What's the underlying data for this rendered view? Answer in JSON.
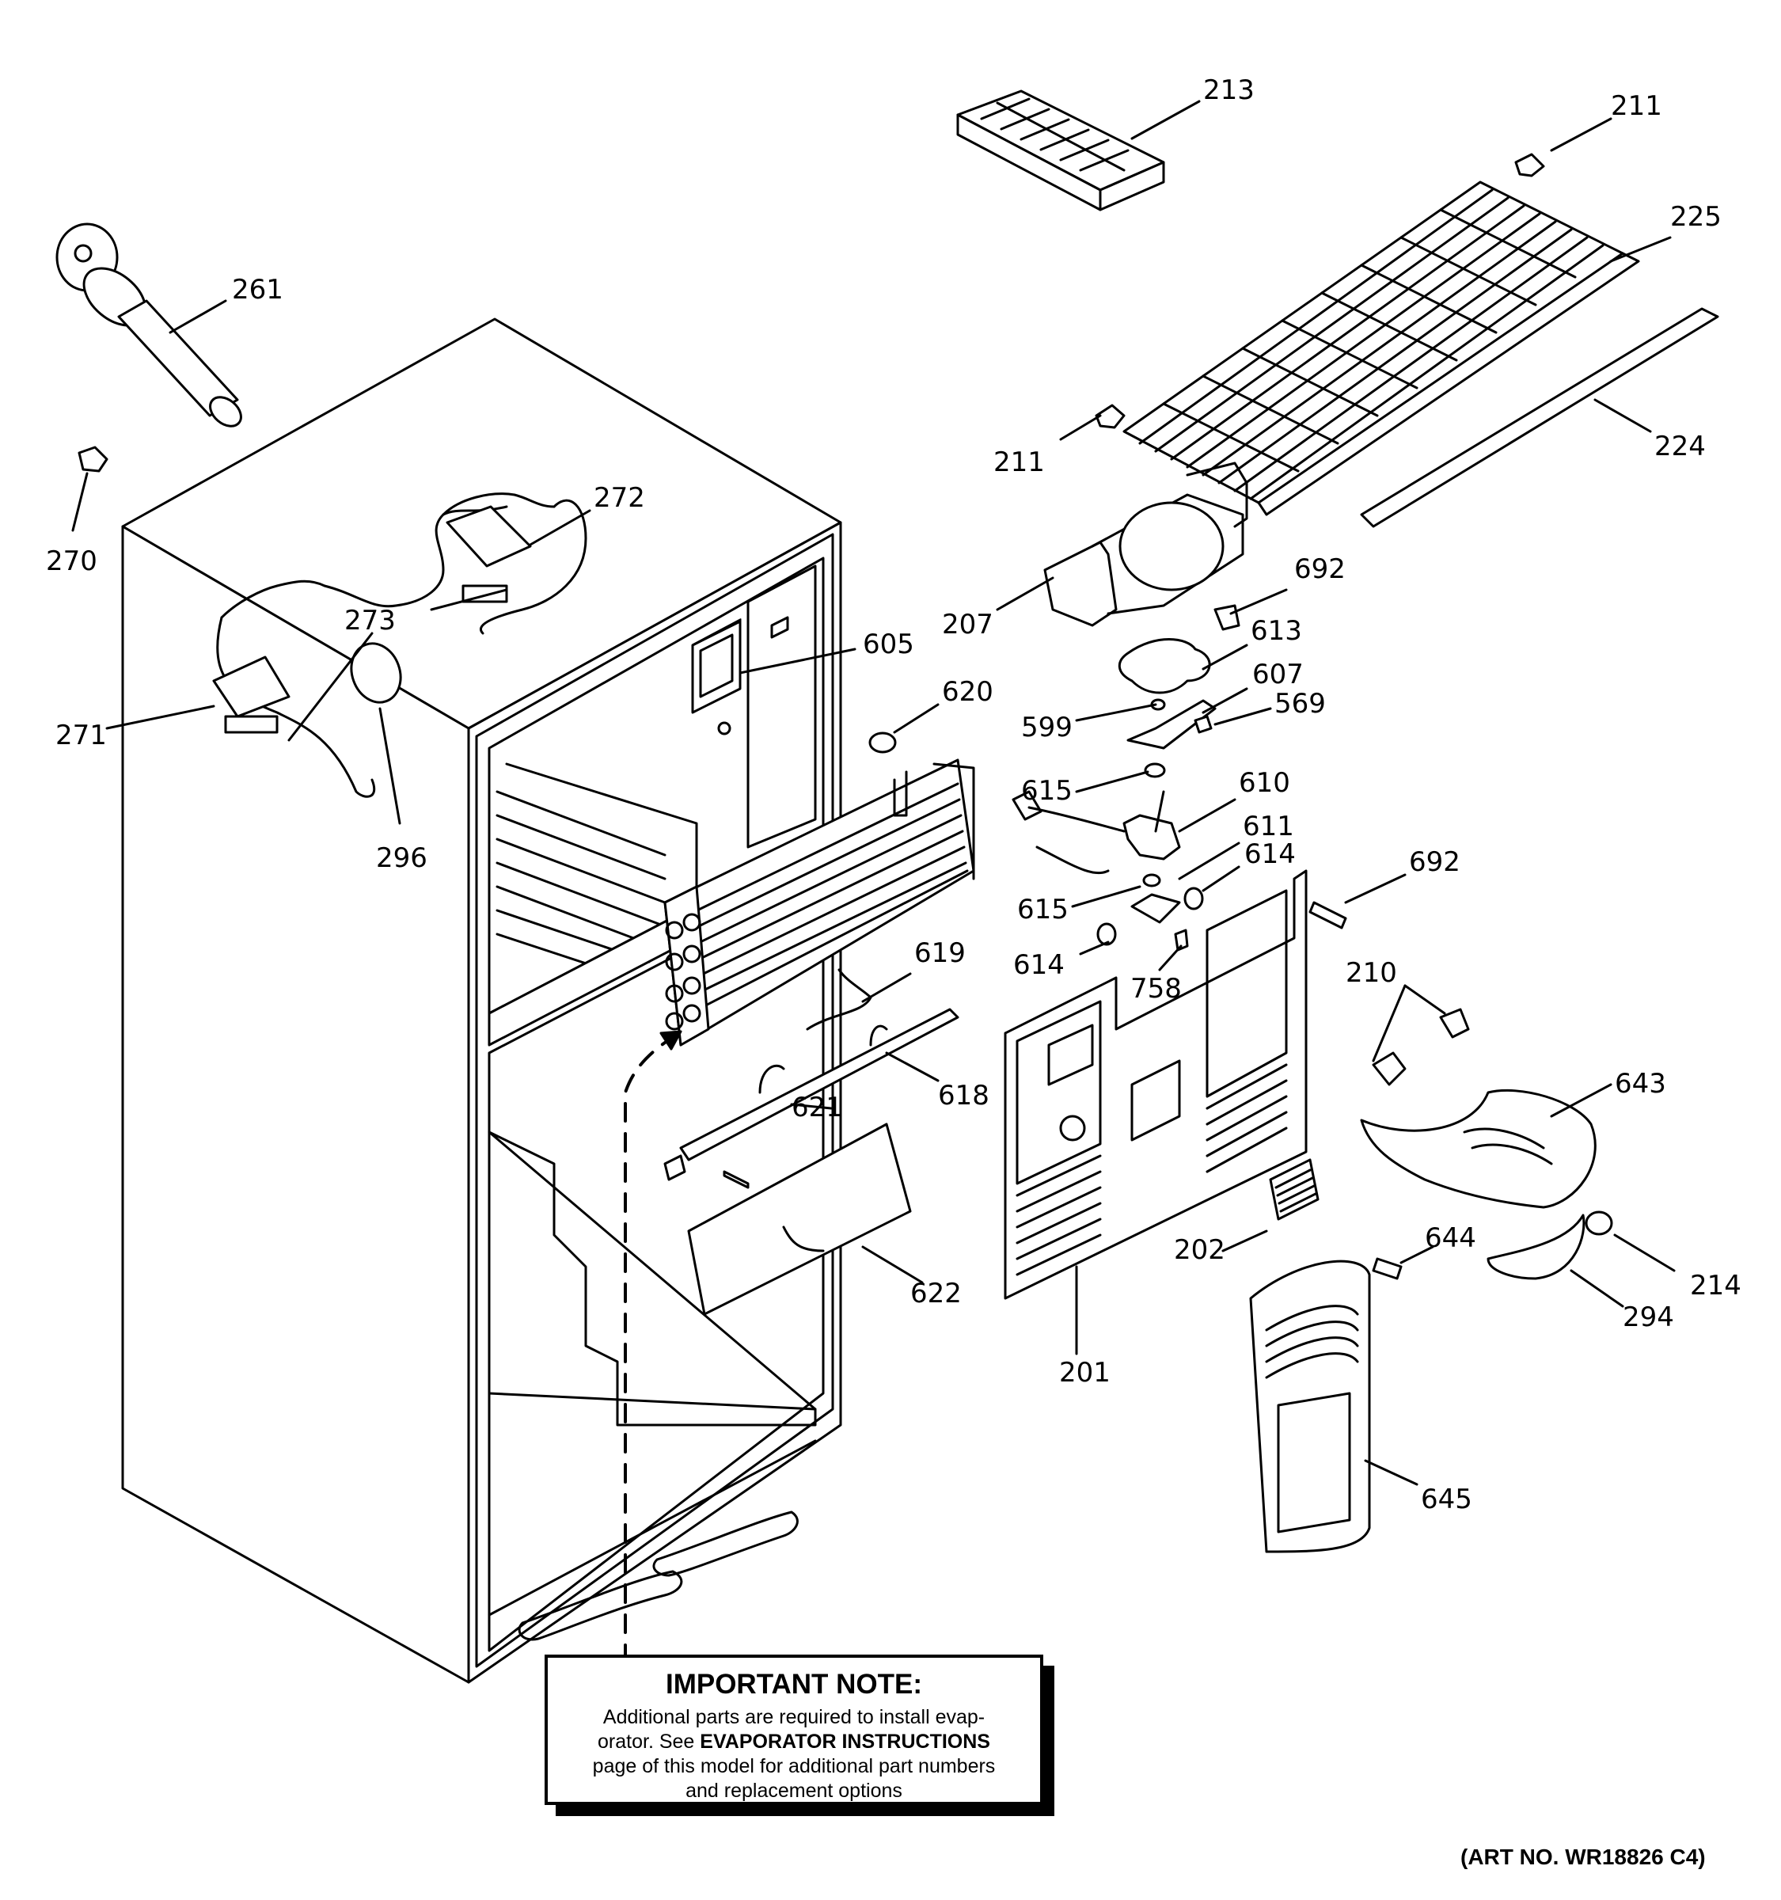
{
  "labels": {
    "l213": "213",
    "l211a": "211",
    "l225": "225",
    "l224": "224",
    "l211b": "211",
    "l261": "261",
    "l270": "270",
    "l272": "272",
    "l273": "273",
    "l271": "271",
    "l296": "296",
    "l605": "605",
    "l620": "620",
    "l207": "207",
    "l692a": "692",
    "l613": "613",
    "l607": "607",
    "l599": "599",
    "l569": "569",
    "l615a": "615",
    "l610": "610",
    "l611": "611",
    "l614a": "614",
    "l615b": "615",
    "l614b": "614",
    "l692b": "692",
    "l758": "758",
    "l619": "619",
    "l618": "618",
    "l621": "621",
    "l210": "210",
    "l643": "643",
    "l622": "622",
    "l202": "202",
    "l644": "644",
    "l214": "214",
    "l294": "294",
    "l201": "201",
    "l645": "645"
  },
  "note": {
    "title": "IMPORTANT NOTE:",
    "line1": "Additional parts are required to install evap-",
    "line2_pre": "orator.  See ",
    "line2_bold": "EVAPORATOR INSTRUCTIONS",
    "line3": "page of this model for additional part numbers",
    "line4": "and replacement options"
  },
  "art_number": "(ART NO. WR18826 C4)"
}
